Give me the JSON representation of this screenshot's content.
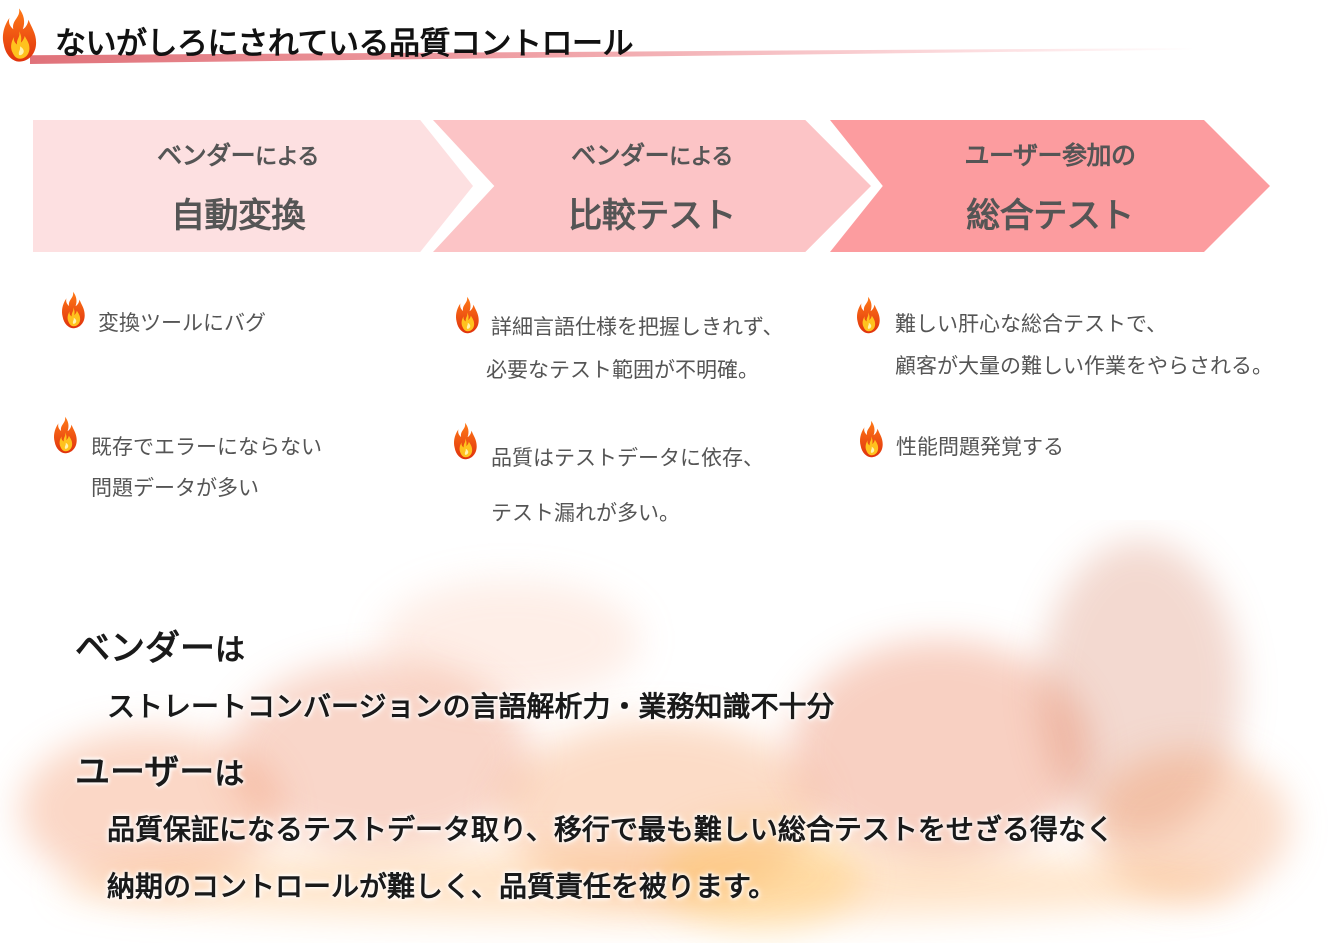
{
  "title": "ないがしろにされている品質コントロール",
  "chevrons": [
    {
      "sub": "ベンダー",
      "sub_suffix": "による",
      "main": "自動変換"
    },
    {
      "sub": "ベンダー",
      "sub_suffix": "による",
      "main": "比較テスト"
    },
    {
      "sub": "ユーザー参加の",
      "sub_suffix": "",
      "main": "総合テスト"
    }
  ],
  "bullets": {
    "col1": [
      {
        "lines": [
          "変換ツールにバグ"
        ]
      },
      {
        "lines": [
          "既存でエラーにならない",
          "問題データが多い"
        ]
      }
    ],
    "col2": [
      {
        "lines": [
          "詳細言語仕様を把握しきれず、",
          "必要なテスト範囲が不明確。"
        ]
      },
      {
        "lines": [
          "品質はテストデータに依存、",
          "テスト漏れが多い。"
        ]
      }
    ],
    "col3": [
      {
        "lines": [
          "難しい肝心な総合テストで、",
          "顧客が大量の難しい作業をやらされる。"
        ]
      },
      {
        "lines": [
          "性能問題発覚する"
        ]
      }
    ]
  },
  "summary": {
    "vendor_head": "ベンダー",
    "vendor_ha": "は",
    "vendor_line": "ストレートコンバージョンの言語解析力・業務知識不十分",
    "user_head": "ユーザー",
    "user_ha": "は",
    "user_line1": "品質保証になるテストデータ取り、移行で最も難しい総合テストをせざる得なく",
    "user_line2": "納期のコントロールが難しく、品質責任を被ります。"
  },
  "colors": {
    "chevron1": "#fde0e1",
    "chevron2": "#fcc4c6",
    "chevron3": "#fc9c9f",
    "flame_outer": "#f04a12",
    "flame_inner": "#ffb21e"
  },
  "icons": [
    "flame-icon"
  ]
}
